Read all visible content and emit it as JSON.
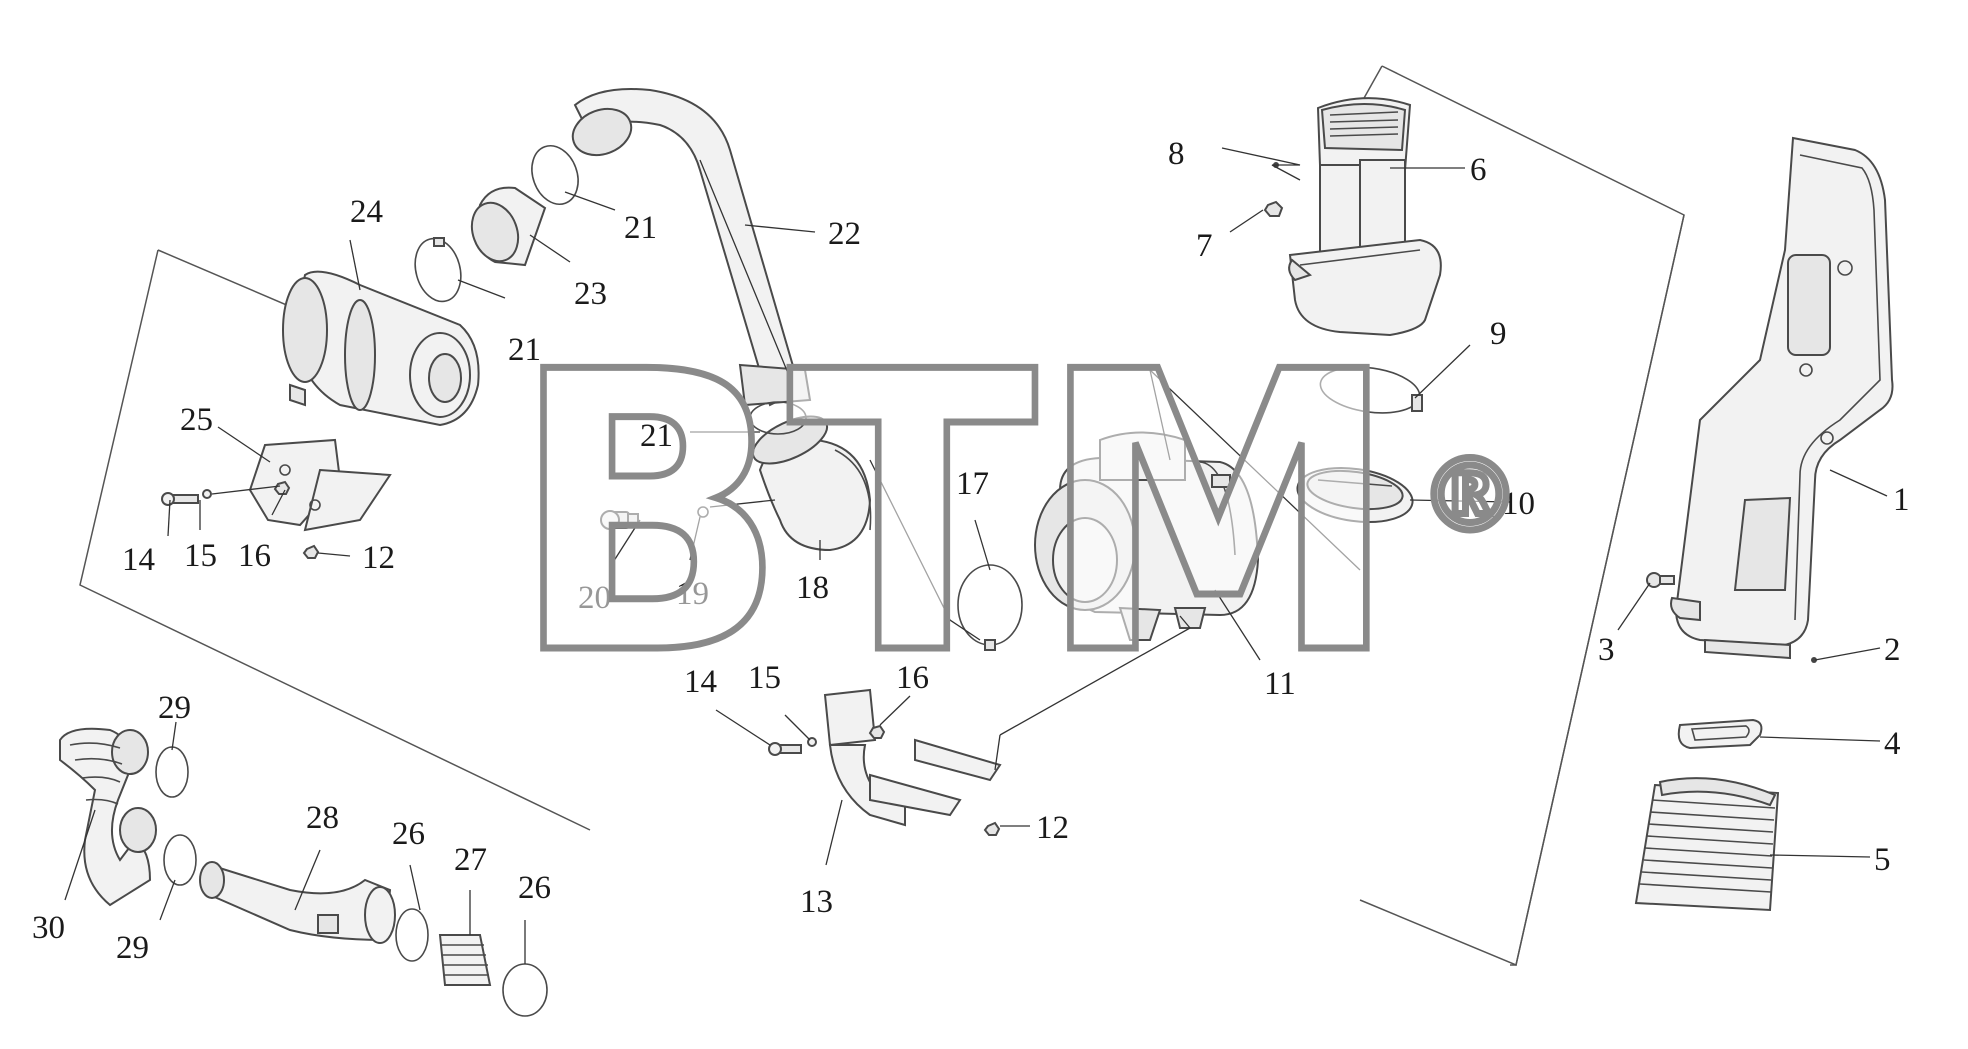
{
  "watermark": {
    "text": "BTM",
    "mark": "®"
  },
  "callouts": [
    {
      "id": "c1",
      "text": "1"
    },
    {
      "id": "c2",
      "text": "2"
    },
    {
      "id": "c3",
      "text": "3"
    },
    {
      "id": "c4",
      "text": "4"
    },
    {
      "id": "c5",
      "text": "5"
    },
    {
      "id": "c6",
      "text": "6"
    },
    {
      "id": "c7",
      "text": "7"
    },
    {
      "id": "c8",
      "text": "8"
    },
    {
      "id": "c9",
      "text": "9"
    },
    {
      "id": "c10",
      "text": "10"
    },
    {
      "id": "c11",
      "text": "11"
    },
    {
      "id": "c12a",
      "text": "12"
    },
    {
      "id": "c12b",
      "text": "12"
    },
    {
      "id": "c13",
      "text": "13"
    },
    {
      "id": "c14a",
      "text": "14"
    },
    {
      "id": "c14b",
      "text": "14"
    },
    {
      "id": "c15a",
      "text": "15"
    },
    {
      "id": "c15b",
      "text": "15"
    },
    {
      "id": "c16a",
      "text": "16"
    },
    {
      "id": "c16b",
      "text": "16"
    },
    {
      "id": "c17",
      "text": "17"
    },
    {
      "id": "c18",
      "text": "18"
    },
    {
      "id": "c19",
      "text": "19"
    },
    {
      "id": "c20",
      "text": "20"
    },
    {
      "id": "c21a",
      "text": "21"
    },
    {
      "id": "c21b",
      "text": "21"
    },
    {
      "id": "c21c",
      "text": "21"
    },
    {
      "id": "c22",
      "text": "22"
    },
    {
      "id": "c23",
      "text": "23"
    },
    {
      "id": "c24",
      "text": "24"
    },
    {
      "id": "c25",
      "text": "25"
    },
    {
      "id": "c26a",
      "text": "26"
    },
    {
      "id": "c26b",
      "text": "26"
    },
    {
      "id": "c27",
      "text": "27"
    },
    {
      "id": "c28",
      "text": "28"
    },
    {
      "id": "c29a",
      "text": "29"
    },
    {
      "id": "c29b",
      "text": "29"
    },
    {
      "id": "c30",
      "text": "30"
    }
  ]
}
